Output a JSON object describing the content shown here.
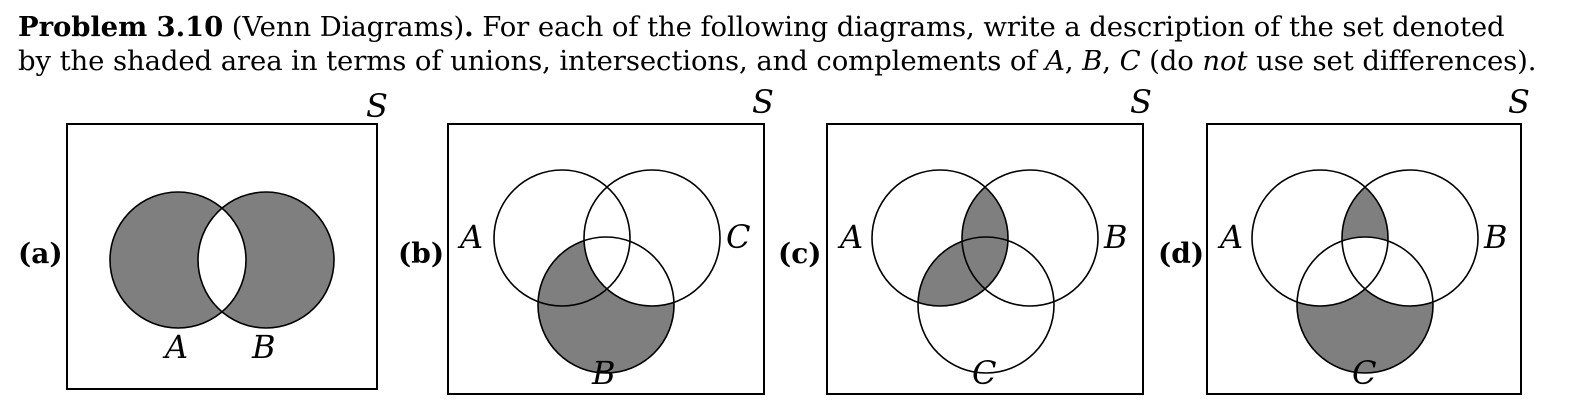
{
  "problem": {
    "number": "Problem 3.10",
    "topic": "(Venn Diagrams)",
    "dot": ".",
    "line1_rest": "For each of the following diagrams, write a description of the set denoted",
    "line2_pre": "by the shaded area in terms of unions, intersections, and complements of",
    "sets": {
      "A": "A",
      "B": "B",
      "C": "C"
    },
    "comma": ",",
    "line2_paren_open": "(do",
    "not": "not",
    "line2_paren_close": "use set differences)."
  },
  "diagrams": [
    {
      "part": "(a)",
      "universe": "S",
      "labels": {
        "A": "A",
        "B": "B"
      }
    },
    {
      "part": "(b)",
      "universe": "S",
      "labels": {
        "A": "A",
        "B": "B",
        "C": "C"
      }
    },
    {
      "part": "(c)",
      "universe": "S",
      "labels": {
        "A": "A",
        "B": "B",
        "C": "C"
      }
    },
    {
      "part": "(d)",
      "universe": "S",
      "labels": {
        "A": "A",
        "B": "B",
        "C": "C"
      }
    }
  ],
  "colors": {
    "shade": "#7f7f7f",
    "stroke": "#000000",
    "background": "#ffffff"
  }
}
